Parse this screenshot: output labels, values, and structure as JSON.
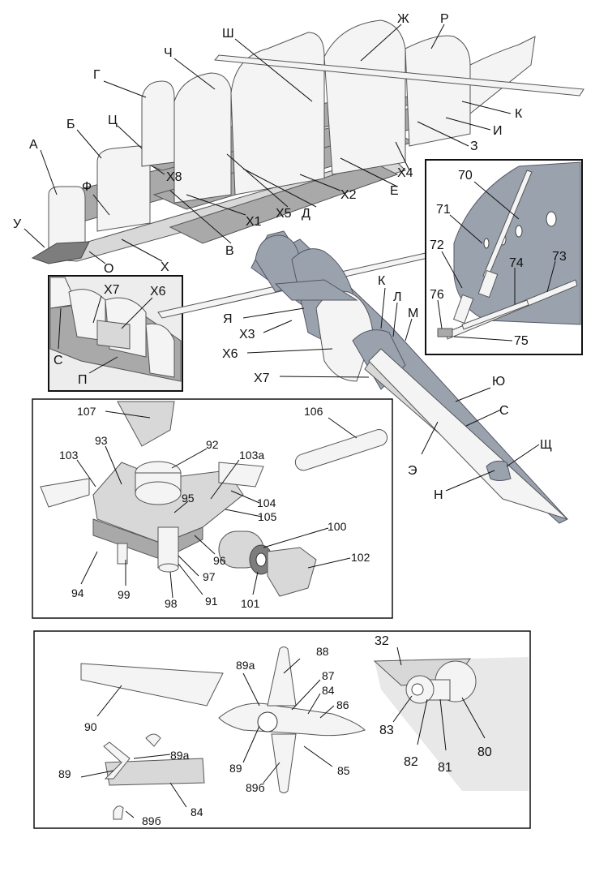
{
  "fuselage": {
    "labels": [
      "А",
      "Б",
      "Ц",
      "Г",
      "Ч",
      "Ш",
      "Ж",
      "Р",
      "К",
      "И",
      "З",
      "Х4",
      "Е",
      "Д",
      "Х2",
      "Х5",
      "Х1",
      "В",
      "Х8",
      "Ф",
      "У",
      "О",
      "Х"
    ]
  },
  "inset_left": {
    "labels": [
      "Х7",
      "Х6",
      "С",
      "П"
    ]
  },
  "tail": {
    "labels": [
      "Я",
      "Х3",
      "Х6",
      "Х7",
      "К",
      "Л",
      "М",
      "Ю",
      "С",
      "Э",
      "Щ",
      "Н"
    ]
  },
  "inset_right": {
    "labels": [
      "70",
      "71",
      "72",
      "73",
      "74",
      "76",
      "75"
    ]
  },
  "rotor_hub": {
    "labels": [
      "107",
      "106",
      "92",
      "103а",
      "103",
      "93",
      "95",
      "104",
      "105",
      "100",
      "102",
      "94",
      "99",
      "98",
      "97",
      "96",
      "91",
      "101"
    ]
  },
  "tail_rotor": {
    "labels": [
      "88",
      "89а",
      "87",
      "84",
      "86",
      "90",
      "89",
      "85",
      "89б",
      "89а",
      "89",
      "84",
      "89б"
    ]
  },
  "exhaust": {
    "labels": [
      "32",
      "83",
      "82",
      "81",
      "80"
    ]
  }
}
